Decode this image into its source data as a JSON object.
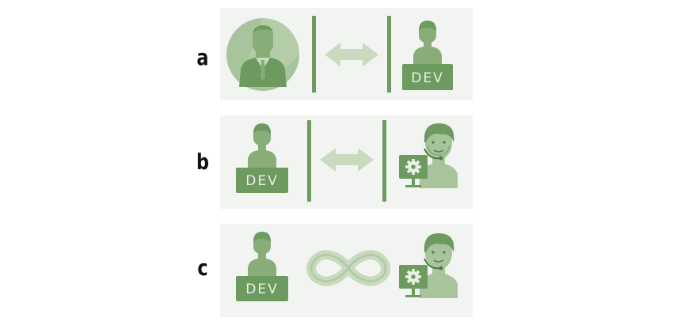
{
  "rows": [
    {
      "label": "a",
      "left": "person",
      "connector": "double-arrow-walls",
      "right": "developer",
      "right_badge": "DEV"
    },
    {
      "label": "b",
      "left": "developer",
      "left_badge": "DEV",
      "connector": "double-arrow-walls",
      "right": "operator"
    },
    {
      "label": "c",
      "left": "developer",
      "left_badge": "DEV",
      "connector": "infinity-loop",
      "right": "operator"
    }
  ],
  "colors": {
    "dark": "#6d9a5e",
    "mid": "#88ad79",
    "light": "#a8c49c",
    "pale": "#c9dabf",
    "panel": "#f2f4f1"
  }
}
